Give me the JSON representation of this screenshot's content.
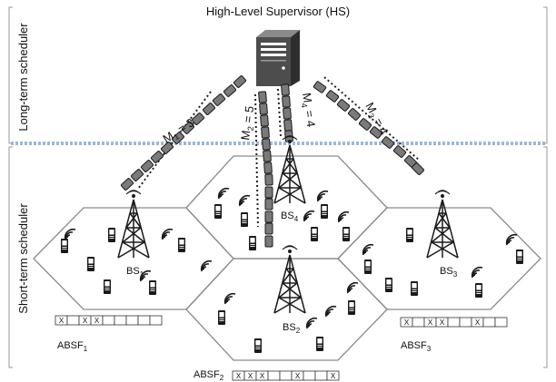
{
  "supervisor": {
    "title": "High-Level Supervisor (HS)"
  },
  "side_labels": {
    "long_term": "Long-term scheduler",
    "short_term": "Short-term scheduler"
  },
  "links": [
    {
      "label": "M",
      "sub": "1",
      "value": " = 3"
    },
    {
      "label": "M",
      "sub": "2",
      "value": " = 5"
    },
    {
      "label": "M",
      "sub": "4",
      "value": " = 4"
    },
    {
      "label": "M",
      "sub": "3",
      "value": " = 4"
    }
  ],
  "base_stations": [
    {
      "label": "BS",
      "sub": "1"
    },
    {
      "label": "BS",
      "sub": "2"
    },
    {
      "label": "BS",
      "sub": "3"
    },
    {
      "label": "BS",
      "sub": "4"
    }
  ],
  "absf": [
    {
      "label": "ABSF",
      "sub": "1",
      "cells": [
        "X",
        "",
        "X",
        "X",
        "",
        "",
        "",
        "",
        ""
      ]
    },
    {
      "label": "ABSF",
      "sub": "2",
      "cells": [
        "X",
        "X",
        "X",
        "",
        "",
        "X",
        "",
        "",
        "X"
      ]
    },
    {
      "label": "ABSF",
      "sub": "3",
      "cells": [
        "X",
        "",
        "X",
        "X",
        "",
        "",
        "X",
        "",
        ""
      ]
    }
  ],
  "colors": {
    "divider": "#9db7d6",
    "hex_stroke": "#8a8a8a",
    "packet_fill": "#7a7a7a",
    "server_fill": "#4d4d4d"
  },
  "icons": [
    "server-icon",
    "antenna-tower-icon",
    "mobile-phone-icon",
    "signal-waves-icon"
  ]
}
